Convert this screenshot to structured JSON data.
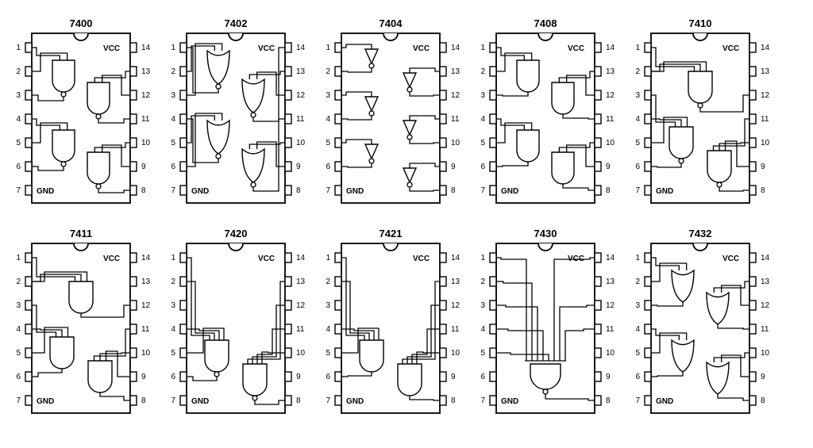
{
  "power_labels": {
    "vcc": "VCC",
    "gnd": "GND"
  },
  "pin_numbers": {
    "left": [
      "1",
      "2",
      "3",
      "4",
      "5",
      "6",
      "7"
    ],
    "right": [
      "14",
      "13",
      "12",
      "11",
      "10",
      "9",
      "8"
    ]
  },
  "chips": [
    {
      "part": "7400",
      "kind": "nand2"
    },
    {
      "part": "7402",
      "kind": "nor2"
    },
    {
      "part": "7404",
      "kind": "not"
    },
    {
      "part": "7408",
      "kind": "and2"
    },
    {
      "part": "7410",
      "kind": "nand3"
    },
    {
      "part": "7411",
      "kind": "and3"
    },
    {
      "part": "7420",
      "kind": "nand4"
    },
    {
      "part": "7421",
      "kind": "and4"
    },
    {
      "part": "7430",
      "kind": "nand8"
    },
    {
      "part": "7432",
      "kind": "or2"
    }
  ]
}
